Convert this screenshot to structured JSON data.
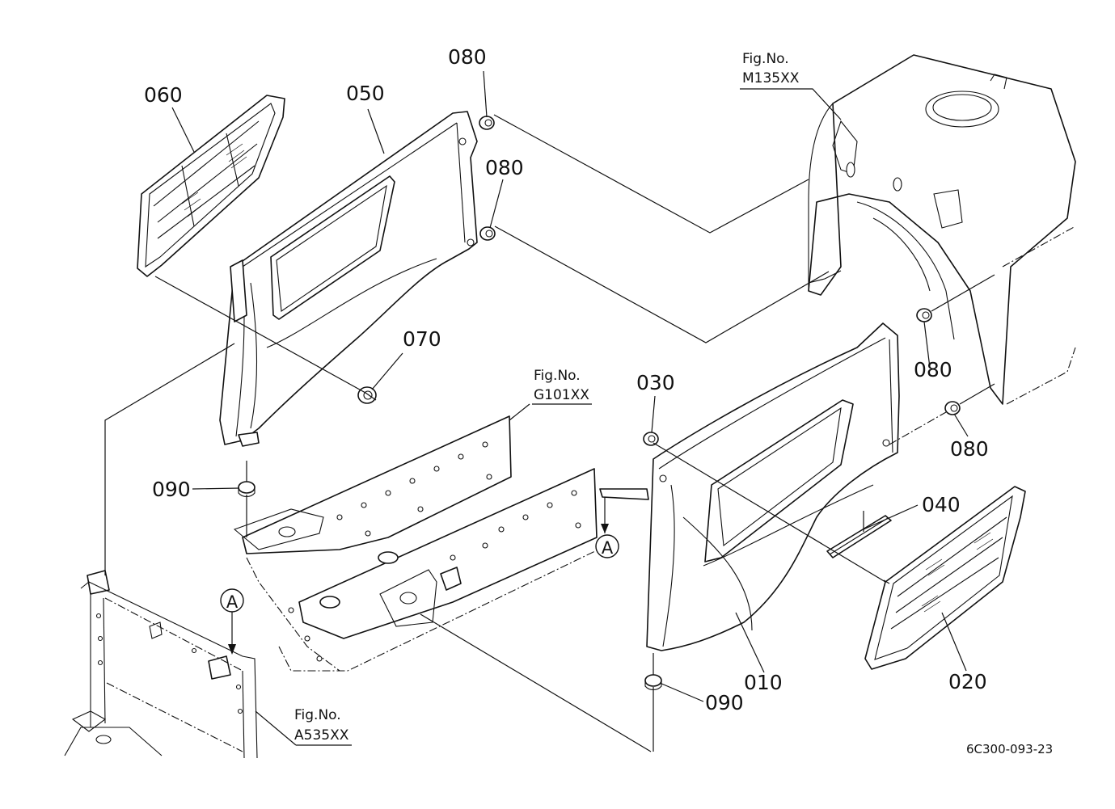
{
  "parts": {
    "p010": "010",
    "p020": "020",
    "p030": "030",
    "p040": "040",
    "p050": "050",
    "p060": "060",
    "p070": "070",
    "p080a": "080",
    "p080b": "080",
    "p080c": "080",
    "p080d": "080",
    "p090a": "090",
    "p090b": "090"
  },
  "figure_refs": {
    "m135": {
      "prefix": "Fig.No.",
      "code": "M135XX"
    },
    "g101": {
      "prefix": "Fig.No.",
      "code": "G101XX"
    },
    "a535": {
      "prefix": "Fig.No.",
      "code": "A535XX"
    }
  },
  "markers": {
    "a_right": "A",
    "a_left": "A"
  },
  "drawing_code": "6C300-093-23"
}
